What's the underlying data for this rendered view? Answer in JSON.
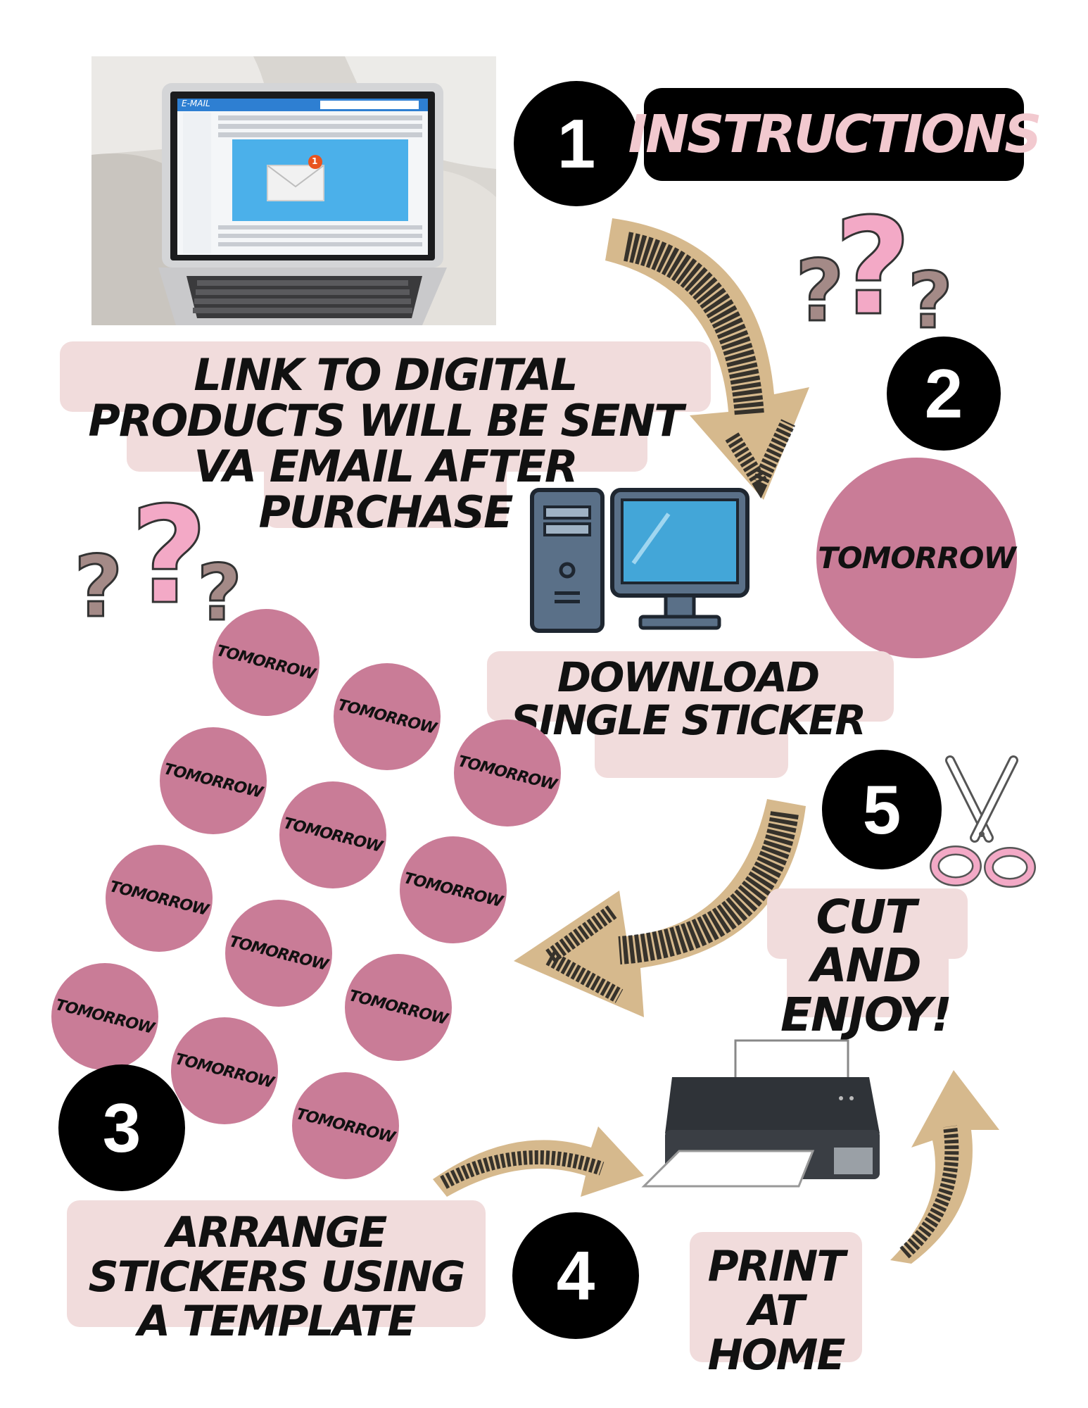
{
  "title": "INSTRUCTIONS",
  "steps": {
    "s1": "1",
    "s2": "2",
    "s3": "3",
    "s4": "4",
    "s5": "5"
  },
  "labels": {
    "email_link": "LINK TO DIGITAL PRODUCTS WILL BE SENT VA EMAIL AFTER PURCHASE",
    "download": "DOWNLOAD SINGLE STICKER",
    "arrange": "ARRANGE STICKERS USING A TEMPLATE",
    "print": "PRINT AT HOME",
    "cut": "CUT AND ENJOY!"
  },
  "laptop_screen": {
    "app_name": "E-MAIL",
    "badge_count": "1"
  },
  "sticker_text": "TOMORROW",
  "colors": {
    "sticker": "#c97c97",
    "label_bg": "#f1dcdc",
    "title_text": "#f2c9cf",
    "arrow_fill": "#d6b98d",
    "question_pink": "#f3a9c6",
    "question_taupe": "#a48a87"
  },
  "icons": [
    "laptop-photo",
    "desktop-computer-icon",
    "printer-icon",
    "scissors-icon",
    "question-marks-icon",
    "arrow-icon"
  ]
}
